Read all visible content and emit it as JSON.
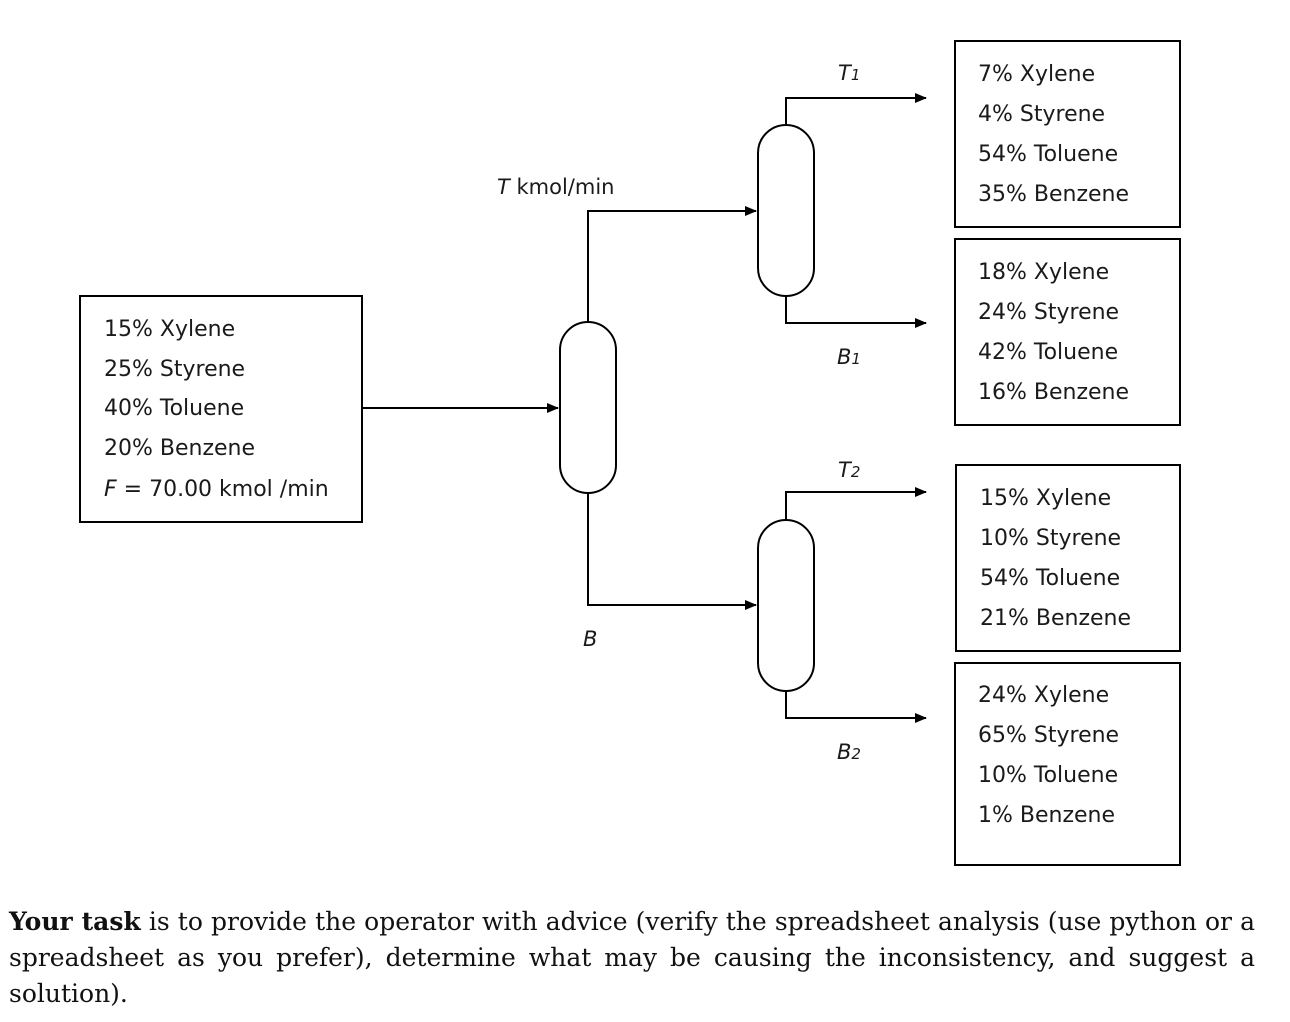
{
  "feed": {
    "lines": [
      "15% Xylene",
      "25% Styrene",
      "40% Toluene",
      "20% Benzene"
    ],
    "flow_symbol": "F",
    "flow_value": " = 70.00 kmol /min"
  },
  "streams": {
    "t_main": {
      "symbol": "T",
      "unit": " kmol/min"
    },
    "b_main": {
      "symbol": "B"
    },
    "t1": {
      "symbol": "T",
      "sub": "1"
    },
    "b1": {
      "symbol": "B",
      "sub": "1"
    },
    "t2": {
      "symbol": "T",
      "sub": "2"
    },
    "b2": {
      "symbol": "B",
      "sub": "2"
    }
  },
  "products": {
    "t1": [
      "7% Xylene",
      "4% Styrene",
      "54% Toluene",
      "35% Benzene"
    ],
    "b1": [
      "18% Xylene",
      "24% Styrene",
      "42% Toluene",
      "16% Benzene"
    ],
    "t2": [
      "15% Xylene",
      "10% Styrene",
      "54% Toluene",
      "21% Benzene"
    ],
    "b2": [
      "24% Xylene",
      "65% Styrene",
      "10% Toluene",
      "1% Benzene"
    ]
  },
  "task": {
    "lead": "Your task",
    "body": " is to provide the operator with advice (verify the spreadsheet analysis (use python or a spreadsheet as you prefer), determine what may be causing the inconsistency, and suggest a solution)."
  }
}
